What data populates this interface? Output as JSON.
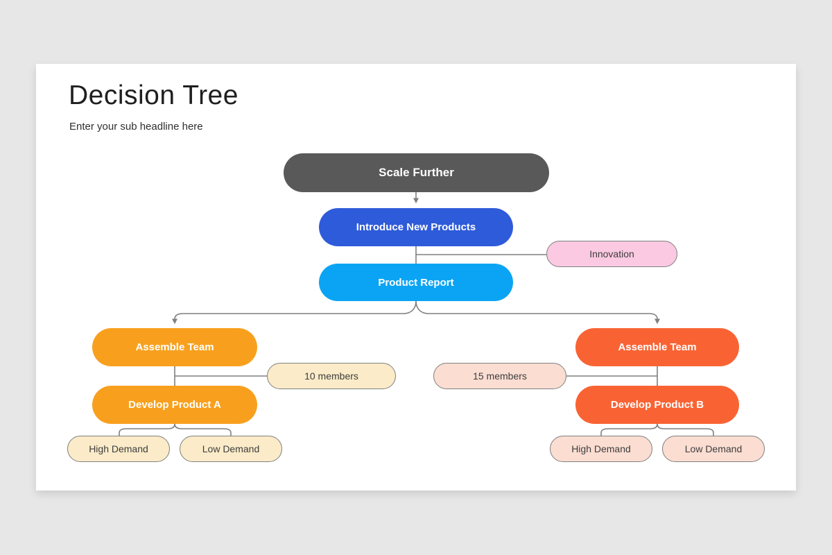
{
  "page": {
    "background_color": "#e8e7e7",
    "slide_background_color": "#ffffff"
  },
  "header": {
    "title": "Decision Tree",
    "subtitle": "Enter your sub headline here"
  },
  "colors": {
    "root_gray": "#595959",
    "royal_blue": "#2e5bda",
    "cyan_blue": "#0ba4f4",
    "orange": "#f8a01d",
    "orange_red": "#f96334",
    "pink": "#fbc9e1",
    "cream": "#fbebc8",
    "peach": "#fbddd2",
    "connector_gray": "#7f7f7f",
    "pill_border_gray": "#7f7f7f",
    "pill_text": "#3d3d3d",
    "node_text": "#ffffff"
  },
  "nodes": [
    {
      "id": "scale-further",
      "label": "Scale Further",
      "fill": "#595959",
      "text_color": "#ffffff"
    },
    {
      "id": "introduce-new-products",
      "label": "Introduce New Products",
      "fill": "#2e5bda",
      "text_color": "#ffffff"
    },
    {
      "id": "innovation",
      "label": "Innovation",
      "fill": "#fbc9e1",
      "text_color": "#3d3d3d",
      "border_color": "#7f7f7f"
    },
    {
      "id": "product-report",
      "label": "Product Report",
      "fill": "#0ba4f4",
      "text_color": "#ffffff"
    },
    {
      "id": "assemble-team-a",
      "label": "Assemble Team",
      "fill": "#f8a01d",
      "text_color": "#ffffff"
    },
    {
      "id": "ten-members",
      "label": "10 members",
      "fill": "#fbebc8",
      "text_color": "#3d3d3d",
      "border_color": "#7f7f7f"
    },
    {
      "id": "develop-product-a",
      "label": "Develop Product A",
      "fill": "#f8a01d",
      "text_color": "#ffffff"
    },
    {
      "id": "high-demand-a",
      "label": "High Demand",
      "fill": "#fbebc8",
      "text_color": "#3d3d3d",
      "border_color": "#7f7f7f"
    },
    {
      "id": "low-demand-a",
      "label": "Low Demand",
      "fill": "#fbebc8",
      "text_color": "#3d3d3d",
      "border_color": "#7f7f7f"
    },
    {
      "id": "assemble-team-b",
      "label": "Assemble Team",
      "fill": "#f96334",
      "text_color": "#ffffff"
    },
    {
      "id": "fifteen-members",
      "label": "15 members",
      "fill": "#fbddd2",
      "text_color": "#3d3d3d",
      "border_color": "#7f7f7f"
    },
    {
      "id": "develop-product-b",
      "label": "Develop Product B",
      "fill": "#f96334",
      "text_color": "#ffffff"
    },
    {
      "id": "high-demand-b",
      "label": "High Demand",
      "fill": "#fbddd2",
      "text_color": "#3d3d3d",
      "border_color": "#7f7f7f"
    },
    {
      "id": "low-demand-b",
      "label": "Low Demand",
      "fill": "#fbddd2",
      "text_color": "#3d3d3d",
      "border_color": "#7f7f7f"
    }
  ],
  "connections": [
    {
      "from": "scale-further",
      "to": "introduce-new-products",
      "style": "arrow"
    },
    {
      "from": "introduce-new-products",
      "to": "product-report",
      "style": "line"
    },
    {
      "from": "introduce-new-products",
      "to": "innovation",
      "style": "line"
    },
    {
      "from": "product-report",
      "to": "assemble-team-a",
      "style": "arrow"
    },
    {
      "from": "product-report",
      "to": "assemble-team-b",
      "style": "arrow"
    },
    {
      "from": "assemble-team-a",
      "to": "ten-members",
      "style": "line"
    },
    {
      "from": "assemble-team-a",
      "to": "develop-product-a",
      "style": "line"
    },
    {
      "from": "develop-product-a",
      "to": "high-demand-a",
      "style": "line"
    },
    {
      "from": "develop-product-a",
      "to": "low-demand-a",
      "style": "line"
    },
    {
      "from": "assemble-team-b",
      "to": "fifteen-members",
      "style": "line"
    },
    {
      "from": "assemble-team-b",
      "to": "develop-product-b",
      "style": "line"
    },
    {
      "from": "develop-product-b",
      "to": "high-demand-b",
      "style": "line"
    },
    {
      "from": "develop-product-b",
      "to": "low-demand-b",
      "style": "line"
    }
  ]
}
